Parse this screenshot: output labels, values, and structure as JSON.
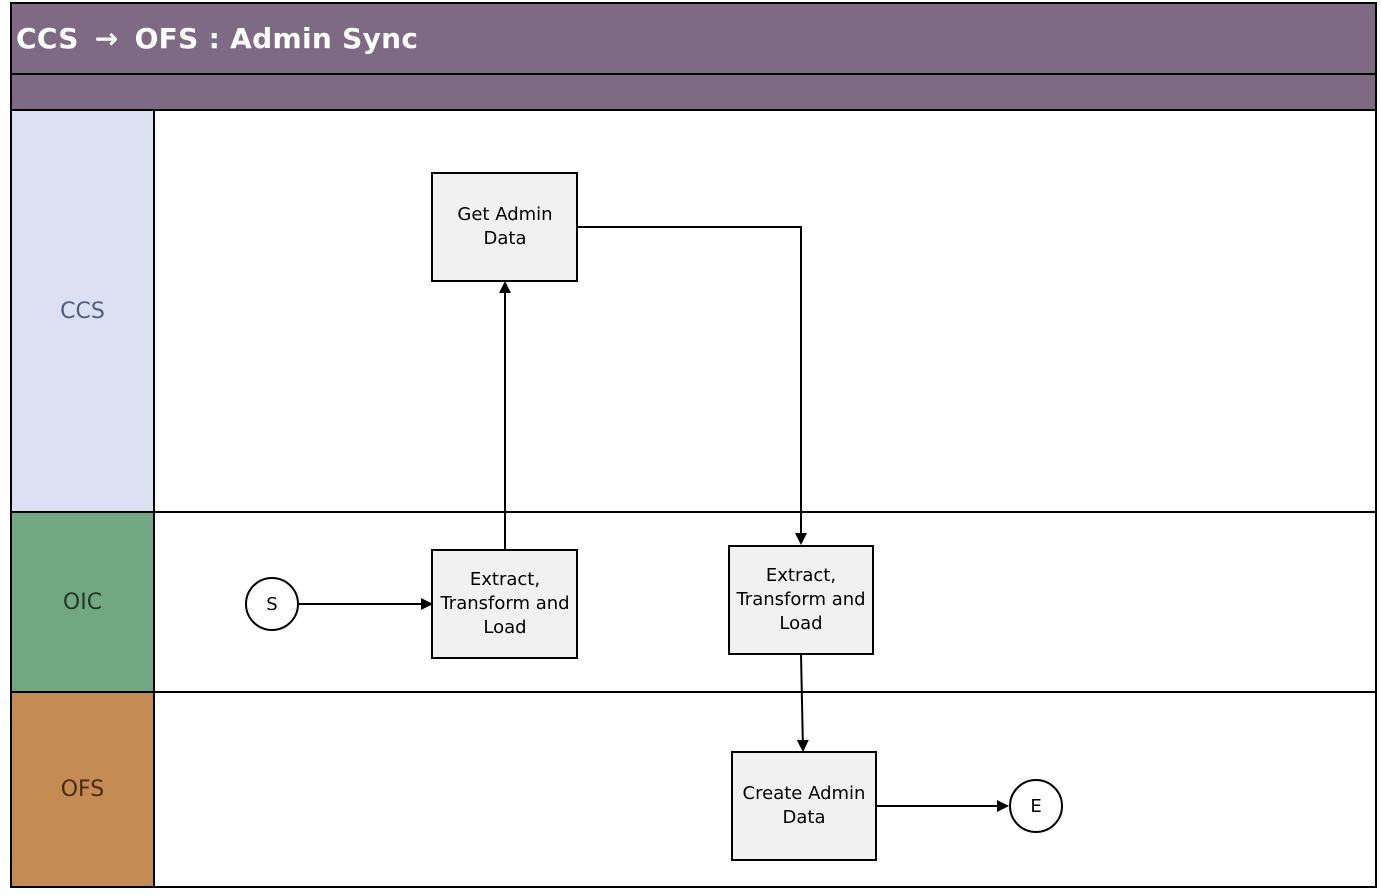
{
  "title": {
    "left": "CCS",
    "arrow": "→",
    "right": "OFS : Admin Sync"
  },
  "lanes": [
    {
      "id": "ccs",
      "label": "CCS"
    },
    {
      "id": "oic",
      "label": "OIC"
    },
    {
      "id": "ofs",
      "label": "OFS"
    }
  ],
  "nodes": {
    "get_admin": {
      "lines": [
        "Get Admin",
        "Data"
      ]
    },
    "etl_1": {
      "lines": [
        "Extract,",
        "Transform and",
        "Load"
      ]
    },
    "etl_2": {
      "lines": [
        "Extract,",
        "Transform and",
        "Load"
      ]
    },
    "create_admin": {
      "lines": [
        "Create Admin",
        "Data"
      ]
    },
    "start": {
      "label": "S"
    },
    "end": {
      "label": "E"
    }
  },
  "colors": {
    "header": "#7f6a84",
    "ccs_lane": "#dbe0f2",
    "oic_lane": "#72a783",
    "ofs_lane": "#c48c53",
    "box_fill": "#f1f1f1"
  }
}
